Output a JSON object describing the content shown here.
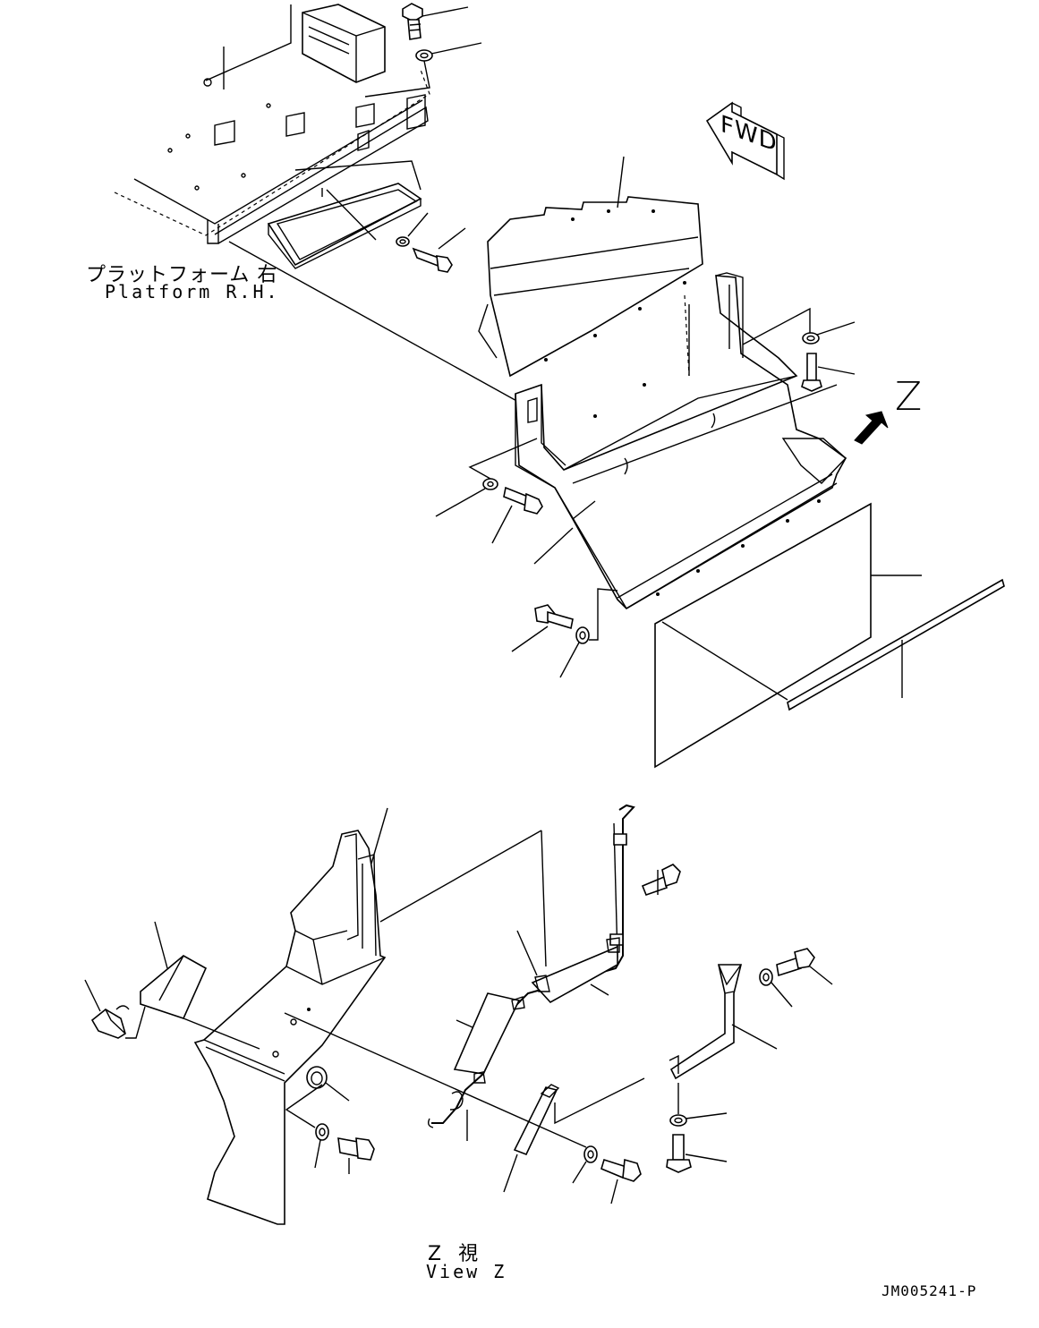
{
  "labels": {
    "platform_jp": "プラットフォーム 右",
    "platform_en": "Platform R.H.",
    "fwd": "FWD",
    "view_marker": "Z",
    "view_jp": "Z 視",
    "view_en": "View Z",
    "drawing_code": "JM005241-P"
  }
}
